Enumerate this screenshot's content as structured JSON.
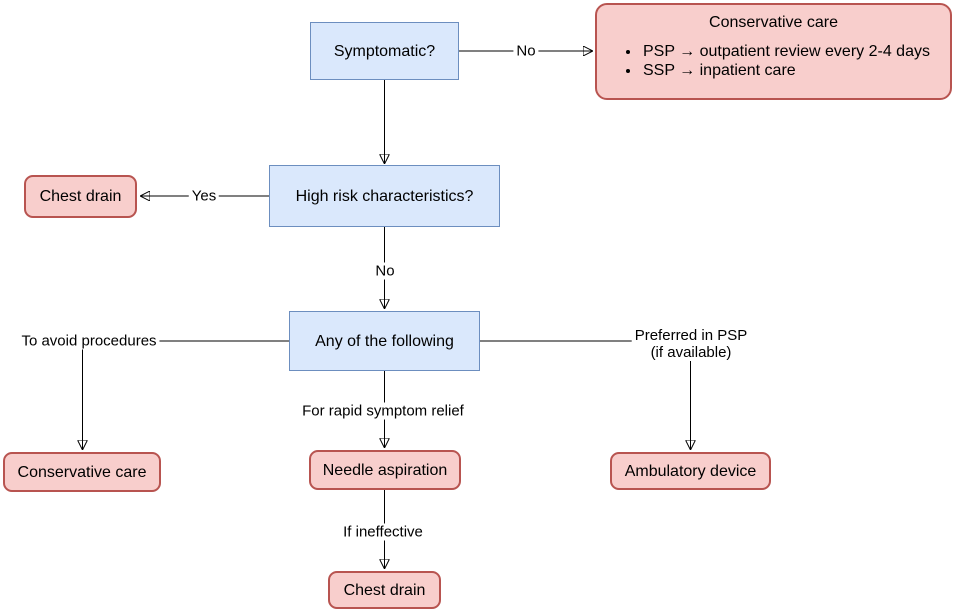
{
  "diagram": {
    "background": "#ffffff",
    "colors": {
      "question_fill": "#dae8fc",
      "question_border": "#6c8ebf",
      "treatment_fill": "#f8cecc",
      "treatment_border": "#b85450",
      "connector": "#000000",
      "text": "#000000",
      "edge_label_background": "#ffffff"
    },
    "nodes": {
      "symptomatic": {
        "label": "Symptomatic?"
      },
      "conservative_care_detail": {
        "title": "Conservative care",
        "bullets": [
          "PSP → outpatient review every 2-4 days",
          "SSP → inpatient care"
        ]
      },
      "high_risk": {
        "label": "High risk characteristics?"
      },
      "chest_drain_high_risk": {
        "label": "Chest drain"
      },
      "any_of_following": {
        "label": "Any of the following"
      },
      "conservative_care": {
        "label": "Conservative care"
      },
      "needle_aspiration": {
        "label": "Needle aspiration"
      },
      "ambulatory_device": {
        "label": "Ambulatory device"
      },
      "chest_drain_final": {
        "label": "Chest drain"
      }
    },
    "edge_labels": {
      "symptomatic_no": "No",
      "high_risk_yes": "Yes",
      "high_risk_no": "No",
      "to_avoid_procedures": "To avoid procedures",
      "rapid_symptom_relief": "For rapid symptom relief",
      "preferred_psp_line1": "Preferred in PSP",
      "preferred_psp_line2": "(if available)",
      "if_ineffective": "If ineffective"
    }
  }
}
